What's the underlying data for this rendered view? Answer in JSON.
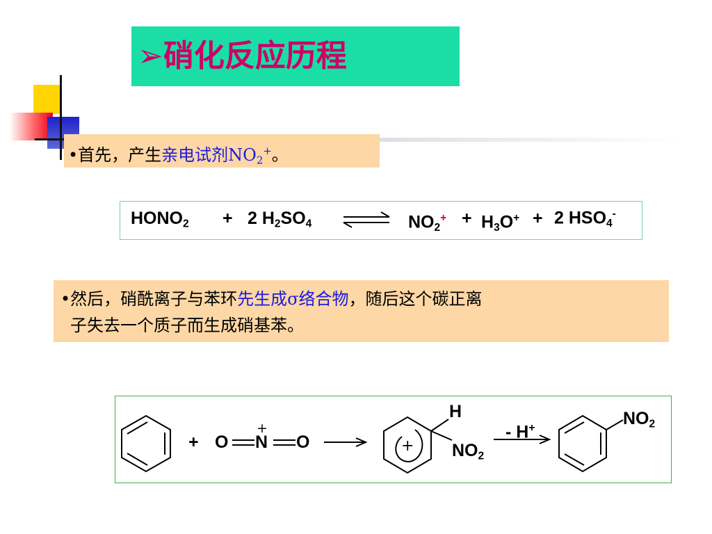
{
  "title": {
    "arrow": "➢",
    "text": "硝化反应历程"
  },
  "point1": {
    "bullet": "•",
    "prefix": "首先，产生",
    "highlight": "亲电试剂NO",
    "sub": "2",
    "sup": "+",
    "suffix": "。"
  },
  "equation": {
    "hono2": "HONO",
    "hono2_sub": "2",
    "plus1": "+",
    "h2so4_coef": "2 H",
    "h2so4_sub1": "2",
    "h2so4_mid": "SO",
    "h2so4_sub2": "4",
    "no2": "NO",
    "no2_sub": "2",
    "no2_charge": "+",
    "plus2": "+",
    "h3o": "H",
    "h3o_sub": "3",
    "h3o_mid": "O",
    "h3o_sup": "+",
    "plus3": "+",
    "hso4": "2 HSO",
    "hso4_sub": "4",
    "hso4_sup": "-"
  },
  "point2": {
    "bullet": "•",
    "line1_a": "然后，硝酰离子与苯环",
    "line1_highlight": "先生成σ络合物",
    "line1_b": "，随后这个碳正离",
    "line2": "子失去一个质子而生成硝基苯。"
  },
  "reaction": {
    "plus": "+",
    "o_left": "O",
    "n": "N",
    "n_charge": "+",
    "o_right": "O",
    "h": "H",
    "ring_charge": "+",
    "no2": "NO",
    "no2_sub": "2",
    "minus_h": "- H",
    "minus_h_sup": "+",
    "product_no2": "NO",
    "product_no2_sub": "2"
  },
  "colors": {
    "title_bg": "#1bdea7",
    "title_text": "#cc0066",
    "box_bg": "#fdd7a5",
    "highlight": "#1a1ae0",
    "charge": "#e8001c"
  }
}
